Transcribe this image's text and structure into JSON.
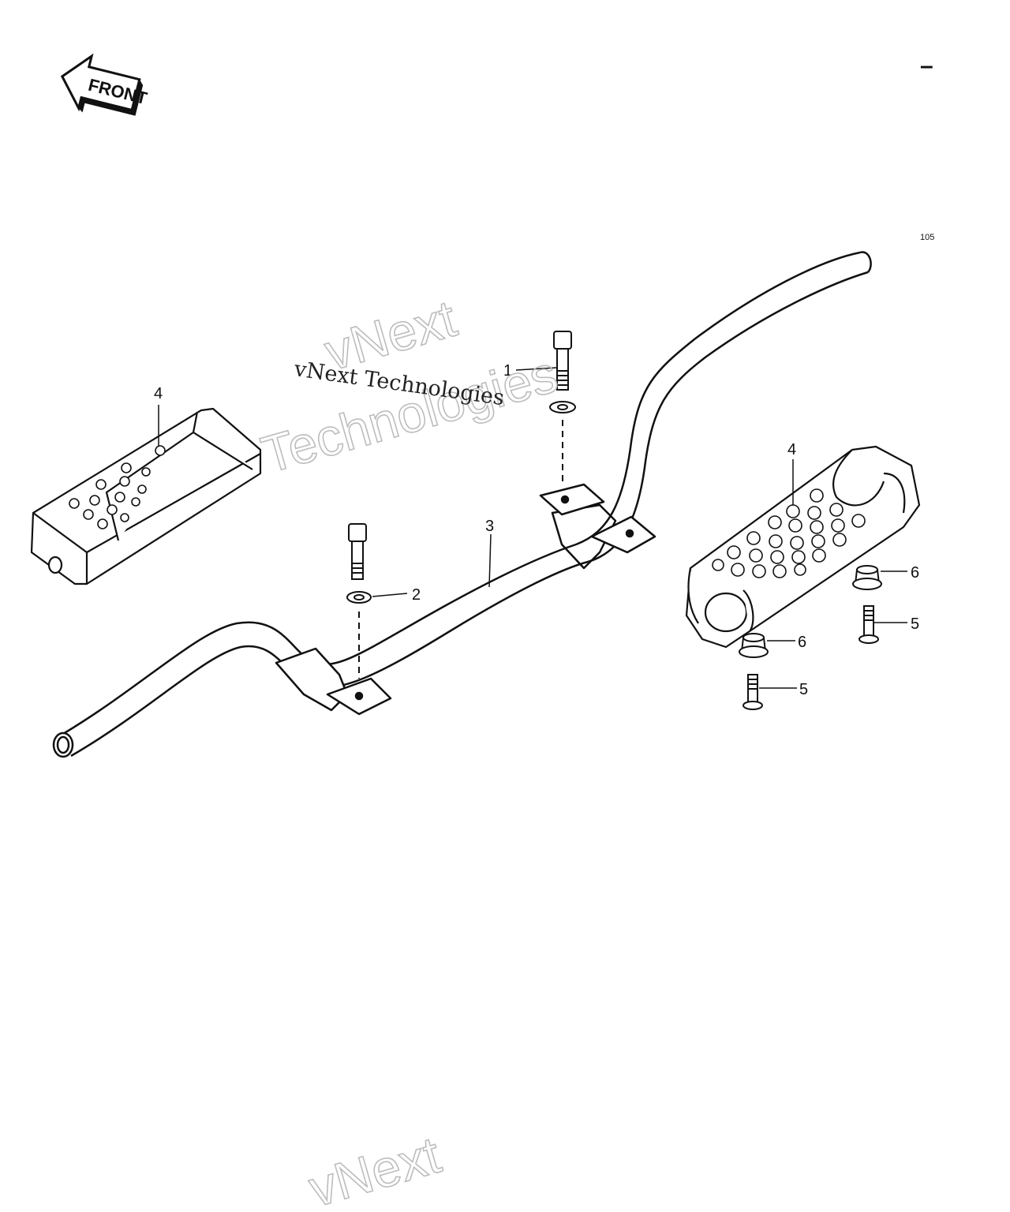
{
  "front_label": "FRONT",
  "page_mark": "–",
  "figure_code": "105",
  "callouts": [
    {
      "id": "1",
      "label": "1"
    },
    {
      "id": "2",
      "label": "2"
    },
    {
      "id": "3",
      "label": "3"
    },
    {
      "id": "4a",
      "label": "4"
    },
    {
      "id": "4b",
      "label": "4"
    },
    {
      "id": "5a",
      "label": "5"
    },
    {
      "id": "5b",
      "label": "5"
    },
    {
      "id": "6a",
      "label": "6"
    },
    {
      "id": "6b",
      "label": "6"
    }
  ],
  "watermark": {
    "line_serif": "vNext Technologies",
    "word1": "vNext",
    "word2": "Technologies",
    "bottom_word": "vNext"
  },
  "colors": {
    "ink": "#111111",
    "watermark": "#bdbdbd"
  }
}
